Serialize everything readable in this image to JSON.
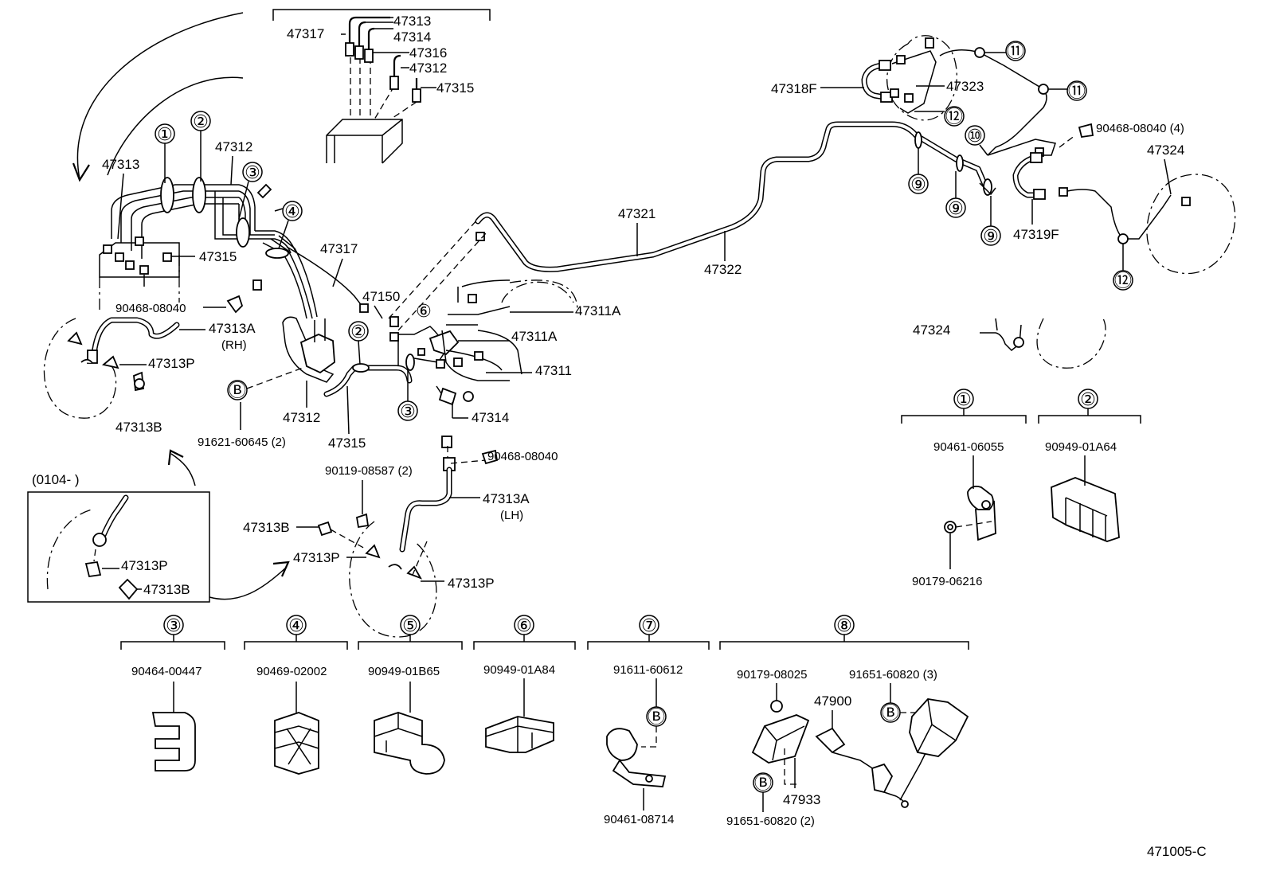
{
  "diagram_id": "471005-C",
  "part_numbers": {
    "p47313": "47313",
    "p47314": "47314",
    "p47316": "47316",
    "p47317": "47317",
    "p47312": "47312",
    "p47315": "47315",
    "p47318F": "47318F",
    "p47323": "47323",
    "p47324": "47324",
    "p47319F": "47319F",
    "p47321": "47321",
    "p47322": "47322",
    "p47150": "47150",
    "p47311A": "47311A",
    "p47311": "47311",
    "p47313A": "47313A",
    "p47313P": "47313P",
    "p47313B": "47313B",
    "p90468_08040": "90468-08040",
    "p90468_08040_4": "90468-08040 (4)",
    "p91621_60645_2": "91621-60645 (2)",
    "p90119_08587_2": "90119-08587 (2)",
    "p90461_06055": "90461-06055",
    "p90949_01A64": "90949-01A64",
    "p90179_06216": "90179-06216",
    "p90464_00447": "90464-00447",
    "p90469_02002": "90469-02002",
    "p90949_01B65": "90949-01B65",
    "p90949_01A84": "90949-01A84",
    "p91611_60612": "91611-60612",
    "p90461_08714": "90461-08714",
    "p90179_08025": "90179-08025",
    "p91651_60820_3": "91651-60820 (3)",
    "p91651_60820_2": "91651-60820 (2)",
    "p47900": "47900",
    "p47933": "47933"
  },
  "side_labels": {
    "rh": "(RH)",
    "lh": "(LH)"
  },
  "inset_label": "(0104-        )",
  "callouts": {
    "c1": "①",
    "c2": "②",
    "c3": "③",
    "c4": "④",
    "c5": "⑤",
    "c6": "⑥",
    "c7": "⑦",
    "c8": "⑧",
    "c9": "⑨",
    "c10": "⑩",
    "c11": "⑪",
    "c12": "⑫",
    "cB": "Ⓑ"
  }
}
